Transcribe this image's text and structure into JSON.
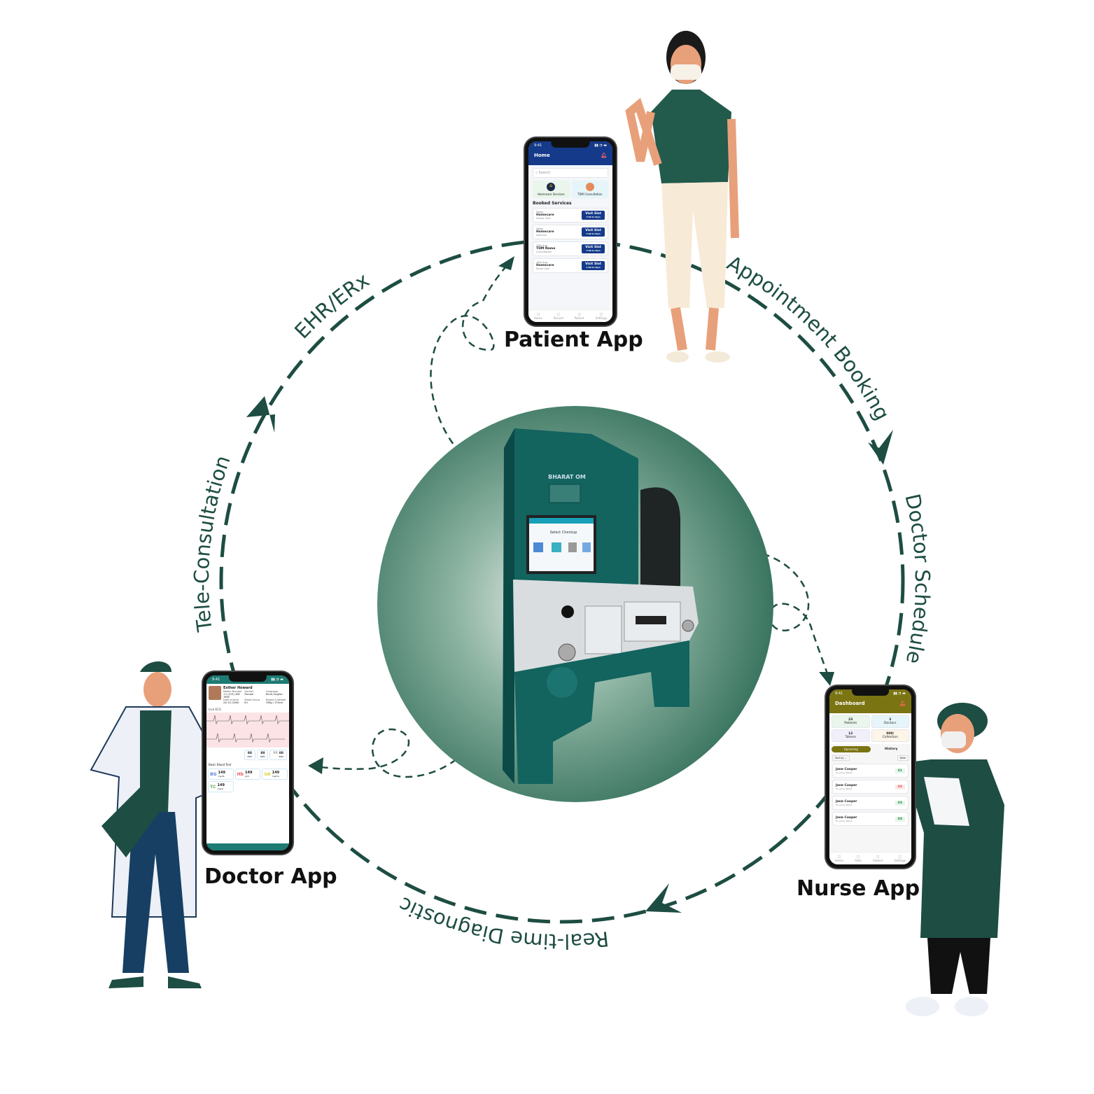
{
  "labels": {
    "patient_app": "Patient App",
    "doctor_app": "Doctor App",
    "nurse_app": "Nurse App"
  },
  "flows": {
    "ehr": "EHR/ERx",
    "appointment": "Appointment Booking",
    "doctor_schedule": "Doctor Schedule",
    "diagnostic": "Real-time Diagnostic",
    "tele": "Tele-Consultation"
  },
  "colors": {
    "primary": "#1d4d43",
    "circle": "#3f7a64",
    "kiosk": "#13635f",
    "patient_header": "#153a8a",
    "nurse_header": "#7b7412",
    "doctor_footer": "#1d7b73"
  },
  "kiosk": {
    "brand": "BHARAT OM",
    "screen_title": "Select Checkup"
  },
  "patient": {
    "time": "9:41",
    "title": "Home",
    "search": "Search",
    "services": [
      "Homecare Services",
      "TDM Consultation"
    ],
    "booked_title": "Booked Services",
    "bookings": [
      {
        "date": "Today",
        "name": "Homecare",
        "sub": "Doctor Visit",
        "btn": "Visit Slot",
        "slot": "7:00 to 8pm"
      },
      {
        "date": "Today",
        "name": "Homecare",
        "sub": "Injection",
        "btn": "Visit Slot",
        "slot": "7:00 to 8pm"
      },
      {
        "date": "10th Aug",
        "name": "TDM Name",
        "sub": "Consultation",
        "btn": "Visit Slot",
        "slot": "7:00 to 8pm"
      },
      {
        "date": "10th Aug",
        "name": "Homecare",
        "sub": "Nurse Visit",
        "btn": "Visit Slot",
        "slot": "7:00 to 8pm"
      }
    ],
    "nav": [
      "Home",
      "Record",
      "Patient",
      "Settings"
    ]
  },
  "doctor": {
    "time": "9:41",
    "patient_name": "Esther Howard",
    "fields": [
      [
        "Mobile Number",
        "+1 (123) 456 7890"
      ],
      [
        "Gender",
        "Female"
      ],
      [
        "Language",
        "Hindi, English"
      ],
      [
        "Date of birth",
        "20/ 01 /2000"
      ],
      [
        "Blood Group",
        "B+"
      ],
      [
        "Height & Weight",
        "70Kg / 175cm"
      ]
    ],
    "ecg_label": "Live ECG",
    "vitals": [
      {
        "value": "88",
        "unit": "BPM"
      },
      {
        "value": "88",
        "unit": "BPM"
      },
      {
        "label": "RR",
        "value": "88",
        "unit": "BPM"
      }
    ],
    "blood_title": "Basic Blood Test",
    "blood": [
      {
        "k": "BG",
        "v": "149",
        "u": "mg/dL",
        "c": "#5b7fe0"
      },
      {
        "k": "Hb",
        "v": "149",
        "u": "g/dl",
        "c": "#ef5a6a"
      },
      {
        "k": "UA",
        "v": "149",
        "u": "mg/mL",
        "c": "#d9d23a"
      },
      {
        "k": "TC",
        "v": "149",
        "u": "mg/dl",
        "c": "#6ab04c"
      }
    ]
  },
  "nurse": {
    "time": "9:41",
    "title": "Dashboard",
    "stats": [
      {
        "v": "23",
        "l": "Patients",
        "c": "#eaf6ec"
      },
      {
        "v": "3",
        "l": "Doctors",
        "c": "#e6f5fa"
      },
      {
        "v": "12",
        "l": "Tokens",
        "c": "#f1eff9"
      },
      {
        "v": "000/",
        "l": "Collection",
        "c": "#fcf5e8"
      }
    ],
    "tabs": [
      "Upcoming",
      "History"
    ],
    "sort": "Sort by",
    "date": "Date",
    "list": [
      {
        "name": "Jane Cooper",
        "sub": "Dr. Jenny Wilson",
        "token": "01",
        "c": "#2a8a4a"
      },
      {
        "name": "Jane Cooper",
        "sub": "Dr. Jenny Wilson",
        "token": "02",
        "c": "#e04848"
      },
      {
        "name": "Jane Cooper",
        "sub": "Dr. Jenny Wilson",
        "token": "03",
        "c": "#2a8a4a"
      },
      {
        "name": "Jane Cooper",
        "sub": "Dr. Jenny Wilson",
        "token": "04",
        "c": "#2a8a4a"
      }
    ],
    "nav": [
      "Home",
      "Slots",
      "Patient",
      "Settings"
    ]
  }
}
